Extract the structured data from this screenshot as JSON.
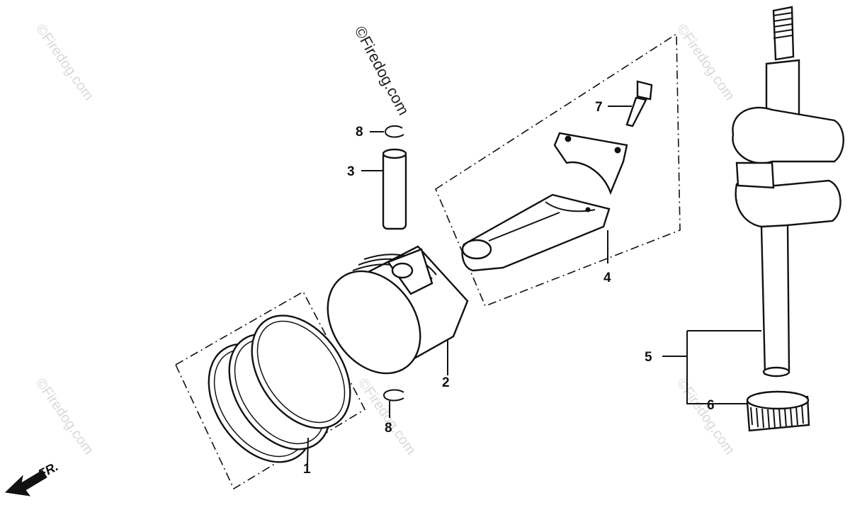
{
  "watermark": {
    "text": "©Firedog.com",
    "main_text": "©Firedog.com"
  },
  "direction": {
    "label": "FR.",
    "icon": "front-arrow-icon"
  },
  "callouts": {
    "c1": "1",
    "c2": "2",
    "c3": "3",
    "c4": "4",
    "c5": "5",
    "c6": "6",
    "c7": "7",
    "c8a": "8",
    "c8b": "8"
  }
}
